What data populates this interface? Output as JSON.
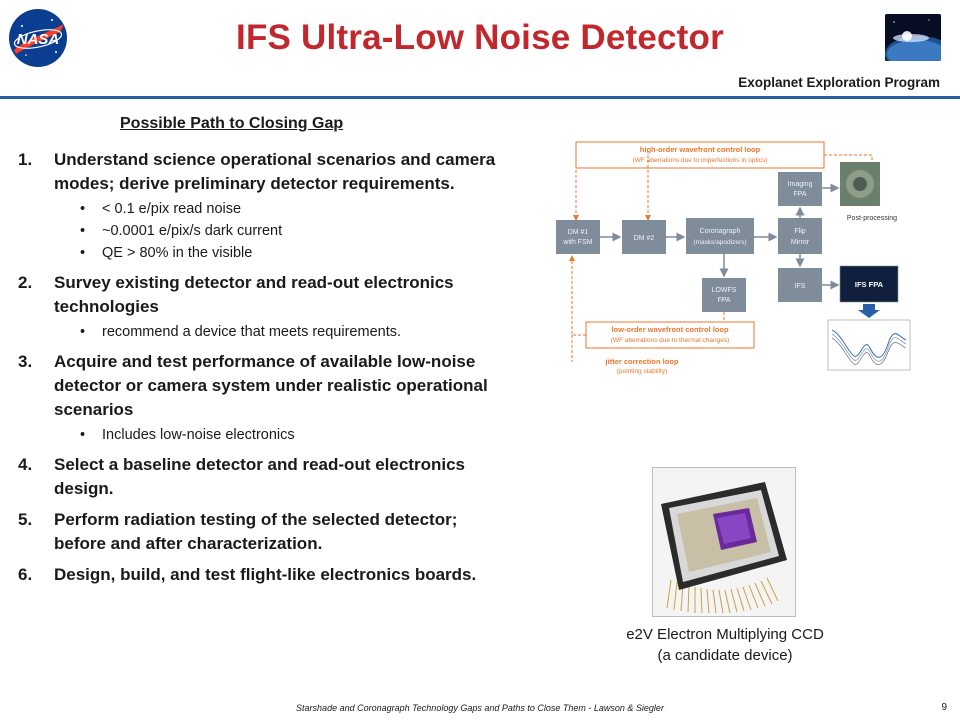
{
  "header": {
    "logo_text": "NASA",
    "title": "IFS Ultra-Low Noise Detector",
    "program": "Exoplanet Exploration Program"
  },
  "subheading": "Possible Path to Closing Gap",
  "steps": [
    {
      "num": "1.",
      "text": "Understand science operational scenarios and camera modes; derive preliminary detector requirements.",
      "bullets": [
        "< 0.1 e/pix read noise",
        "~0.0001 e/pix/s dark current",
        "QE > 80% in the visible"
      ]
    },
    {
      "num": "2.",
      "text": "Survey existing detector and read-out electronics technologies",
      "bullets": [
        "recommend a device that meets requirements."
      ]
    },
    {
      "num": "3.",
      "text": "Acquire and test performance of available low-noise detector or camera system under realistic operational scenarios",
      "bullets": [
        "Includes low-noise electronics"
      ]
    },
    {
      "num": "4.",
      "text": "Select a baseline detector and read-out electronics design.",
      "bullets": []
    },
    {
      "num": "5.",
      "text": "Perform radiation testing of the selected detector; before and after characterization.",
      "bullets": []
    },
    {
      "num": "6.",
      "text": "Design, build, and test flight-like electronics boards.",
      "bullets": []
    }
  ],
  "diagram": {
    "high_loop_title": "high-order wavefront control loop",
    "high_loop_sub": "(WF aberrations due to imperfections in optics)",
    "low_loop_title": "low-order wavefront control loop",
    "low_loop_sub": "(WF aberrations due to thermal changes)",
    "jitter_title": "jitter correction loop",
    "jitter_sub": "(pointing stability)",
    "box_dm1_a": "DM #1",
    "box_dm1_b": "with FSM",
    "box_dm2": "DM #2",
    "box_coro_a": "Coronagraph",
    "box_coro_b": "(masks/apodizers)",
    "box_flip_a": "Flip",
    "box_flip_b": "Mirror",
    "box_imaging_a": "Imaging",
    "box_imaging_b": "FPA",
    "box_lowfs_a": "LOWFS",
    "box_lowfs_b": "FPA",
    "box_ifs": "IFS",
    "box_ifsfpa": "IFS FPA",
    "post_processing": "Post-processing"
  },
  "caption_line1": "e2V Electron Multiplying CCD",
  "caption_line2": "(a candidate device)",
  "footer": "Starshade and Coronagraph Technology Gaps and Paths to Close Them - Lawson & Siegler",
  "page_number": "9",
  "colors": {
    "title": "#c0282d",
    "rule": "#2a5fa8",
    "box": "#7f8c99",
    "loop": "#e8792e",
    "ifs_fpa": "#0f1f3d"
  }
}
